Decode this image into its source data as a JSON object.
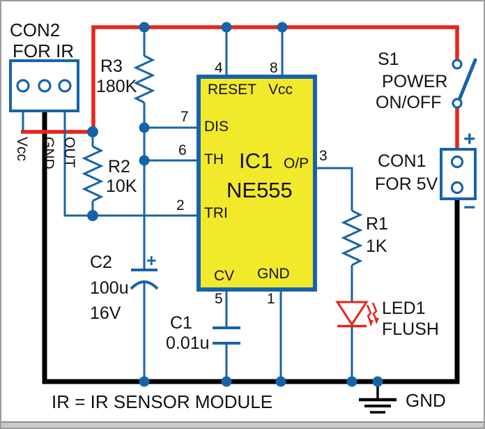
{
  "colors": {
    "wire_blue": "#1763aa",
    "wire_red": "#e6251f",
    "wire_black": "#000000",
    "ic_fill": "#f2e92b",
    "led_red": "#e6251f",
    "text": "#111111"
  },
  "con2": {
    "name": "CON2",
    "purpose": "FOR IR",
    "pin_vcc": "Vcc",
    "pin_gnd": "GND",
    "pin_out": "OUT"
  },
  "con1": {
    "name": "CON1",
    "purpose": "FOR 5V",
    "plus": "+",
    "minus": "−"
  },
  "switch_s1": {
    "ref": "S1",
    "line1": "POWER",
    "line2": "ON/OFF"
  },
  "ic": {
    "ref": "IC1",
    "part": "NE555",
    "pins": [
      {
        "num": "4",
        "name": "RESET"
      },
      {
        "num": "8",
        "name": "Vcc"
      },
      {
        "num": "7",
        "name": "DIS"
      },
      {
        "num": "6",
        "name": "TH"
      },
      {
        "num": "2",
        "name": "TRI"
      },
      {
        "num": "3",
        "name": "O/P"
      },
      {
        "num": "5",
        "name": "CV"
      },
      {
        "num": "1",
        "name": "GND"
      }
    ]
  },
  "resistors": {
    "r3": {
      "ref": "R3",
      "value": "180K"
    },
    "r2": {
      "ref": "R2",
      "value": "10K"
    },
    "r1": {
      "ref": "R1",
      "value": "1K"
    }
  },
  "capacitors": {
    "c2": {
      "ref": "C2",
      "value": "100u",
      "voltage": "16V",
      "polarity": "+"
    },
    "c1": {
      "ref": "C1",
      "value": "0.01u"
    }
  },
  "led": {
    "ref": "LED1",
    "label": "FLUSH"
  },
  "ground": {
    "label": "GND"
  },
  "caption": "IR = IR SENSOR MODULE"
}
